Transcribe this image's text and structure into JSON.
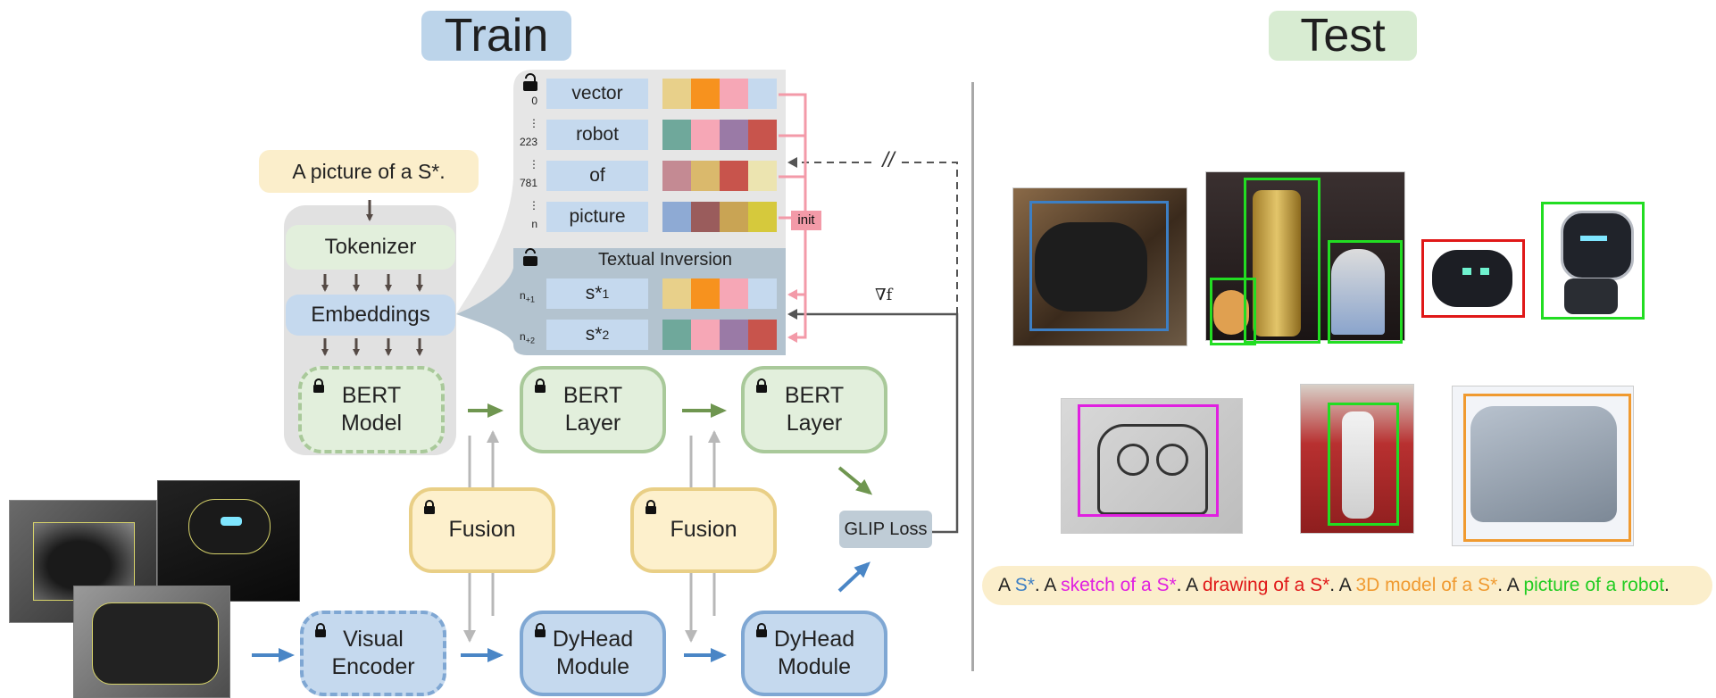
{
  "train_title": "Train",
  "test_title": "Test",
  "prompt_text": "A picture of a S*.",
  "tokenizer_label": "Tokenizer",
  "embeddings_label": "Embeddings",
  "bert_model_label": [
    "BERT",
    "Model"
  ],
  "bert_layer_label": [
    "BERT",
    "Layer"
  ],
  "fusion_label": "Fusion",
  "visual_encoder_label": [
    "Visual",
    "Encoder"
  ],
  "dyhead_label": [
    "DyHead",
    "Module"
  ],
  "glip_loss_label": "GLIP Loss",
  "textual_inversion_label": "Textual Inversion",
  "init_label": "init",
  "grad_label": "∇f",
  "break_label": "//",
  "vocab": [
    {
      "index": "0",
      "token": "vector",
      "colors": [
        "#e8d08a",
        "#f7921e",
        "#f6a7b6",
        "#c5d9ee"
      ]
    },
    {
      "index": "223",
      "token": "robot",
      "colors": [
        "#6fa89b",
        "#f6a7b6",
        "#9a7aa6",
        "#c8544c"
      ]
    },
    {
      "index": "781",
      "token": "of",
      "colors": [
        "#c48a93",
        "#dab96c",
        "#c8544c",
        "#ece4b0"
      ]
    },
    {
      "index": "n",
      "token": "picture",
      "colors": [
        "#8eaad4",
        "#9a5c5c",
        "#c9a454",
        "#d6c93c"
      ]
    }
  ],
  "learned": [
    {
      "index_main": "n",
      "index_sub": "+1",
      "token_main": "s*",
      "token_sub": "1",
      "colors": [
        "#e8d08a",
        "#f7921e",
        "#f6a7b6",
        "#c5d9ee"
      ]
    },
    {
      "index_main": "n",
      "index_sub": "+2",
      "token_main": "s*",
      "token_sub": "2",
      "colors": [
        "#6fa89b",
        "#f6a7b6",
        "#9a7aa6",
        "#c8544c"
      ]
    }
  ],
  "caption_segments": [
    {
      "text": "A ",
      "color": "#222222"
    },
    {
      "text": "S*",
      "color": "#3d7fc4"
    },
    {
      "text": ". A ",
      "color": "#222222"
    },
    {
      "text": "sketch of a S*",
      "color": "#e020e0"
    },
    {
      "text": ". A ",
      "color": "#222222"
    },
    {
      "text": "drawing of a S*",
      "color": "#e01818"
    },
    {
      "text": ". A ",
      "color": "#222222"
    },
    {
      "text": "3D model of a S*",
      "color": "#f09a30"
    },
    {
      "text": ". A ",
      "color": "#222222"
    },
    {
      "text": "picture of a robot",
      "color": "#22cc22"
    },
    {
      "text": ".",
      "color": "#222222"
    }
  ],
  "colors": {
    "arrow_dark": "#554a45",
    "arrow_green": "#6f9650",
    "arrow_blue": "#4a86c6",
    "arrow_gray": "#b8b8b8",
    "init_pink": "#f39aa8"
  }
}
